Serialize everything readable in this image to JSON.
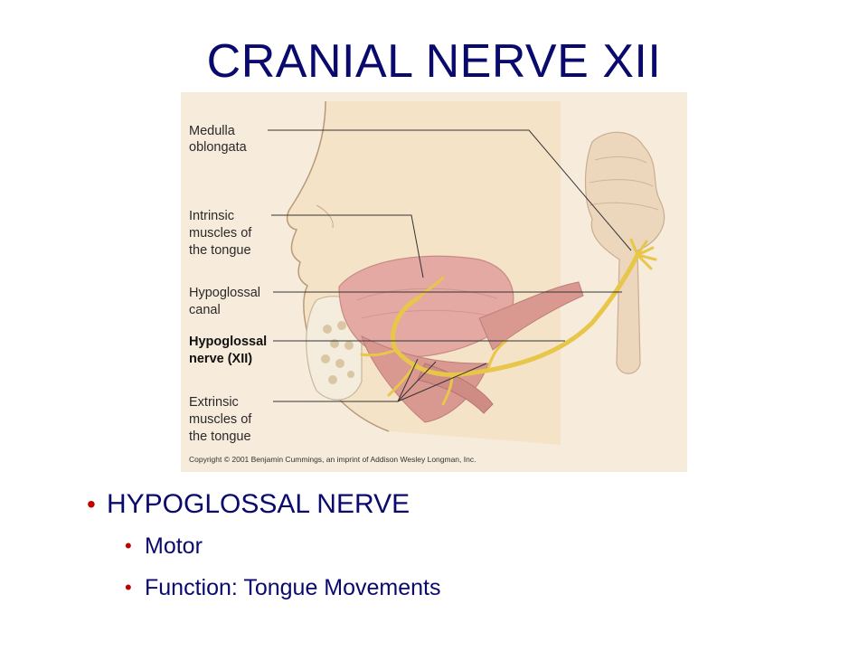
{
  "slide": {
    "title": "CRANIAL NERVE XII",
    "accent_color": "#0a0a6e",
    "bullet_color": "#c00000"
  },
  "figure": {
    "labels": {
      "medulla_line1": "Medulla",
      "medulla_line2": "oblongata",
      "intrinsic_line1": "Intrinsic",
      "intrinsic_line2": "muscles of",
      "intrinsic_line3": "the tongue",
      "canal_line1": "Hypoglossal",
      "canal_line2": "canal",
      "nerve_line1": "Hypoglossal",
      "nerve_line2": "nerve (XII)",
      "extrinsic_line1": "Extrinsic",
      "extrinsic_line2": "muscles of",
      "extrinsic_line3": "the tongue"
    },
    "copyright": "Copyright © 2001 Benjamin Cummings, an imprint of Addison Wesley Longman, Inc."
  },
  "bullets": {
    "main": "HYPOGLOSSAL NERVE",
    "sub": [
      "Motor",
      "Function: Tongue Movements"
    ]
  }
}
